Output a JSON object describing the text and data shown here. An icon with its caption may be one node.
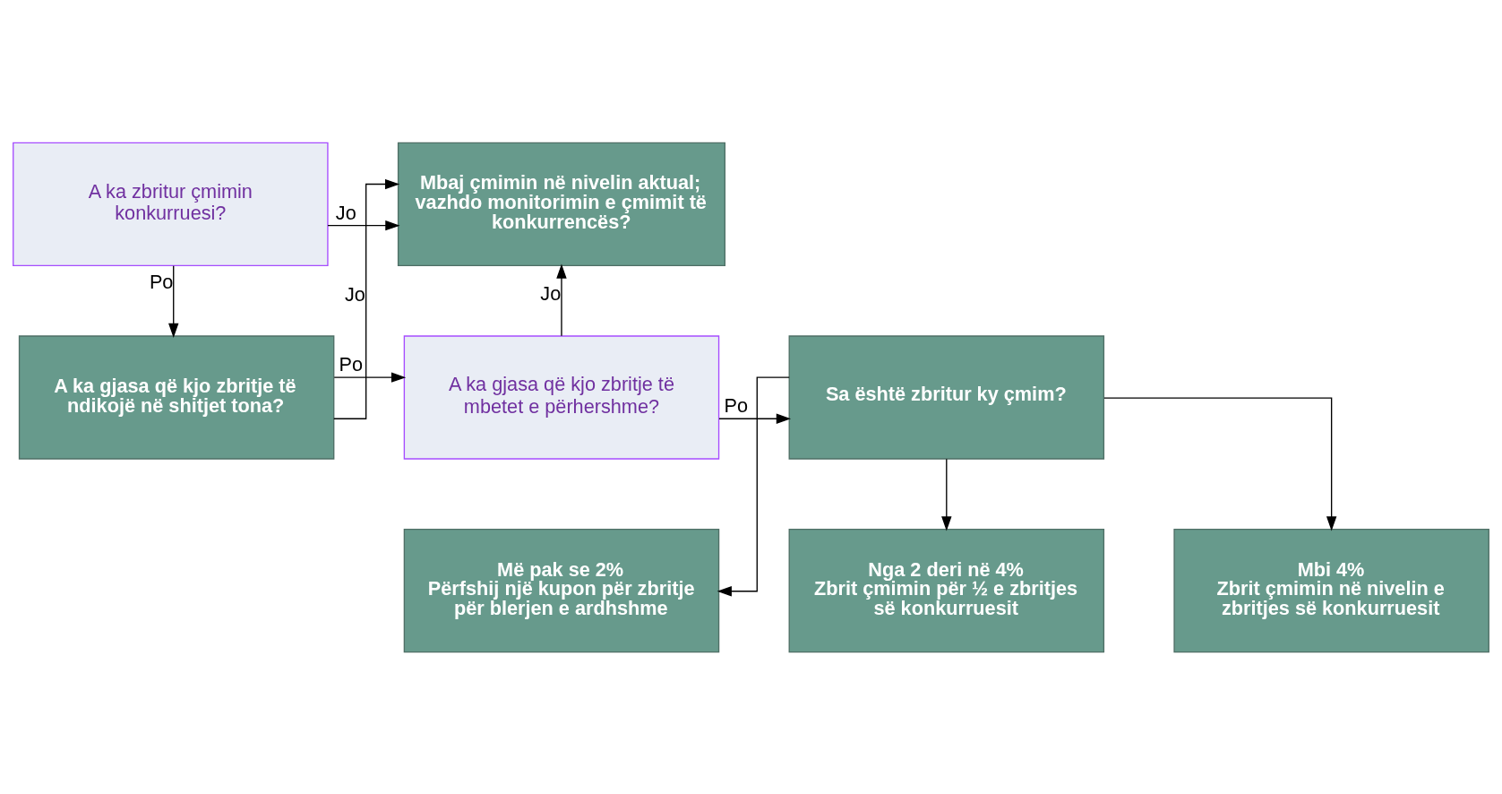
{
  "diagram": {
    "nodes": [
      {
        "text": [
          "A ka zbritur çmimin konkurruesi?"
        ]
      },
      {
        "text": [
          "Mbaj çmimin në nivelin aktual; vazhdo monitorimin e çmimit të konkurrencës?"
        ]
      },
      {
        "text": [
          "A ka gjasa që kjo zbritje të ndikojë në shitjet tona?"
        ]
      },
      {
        "text": [
          "A ka gjasa që kjo zbritje të mbetet e përhershme?"
        ]
      },
      {
        "text": [
          "Sa është zbritur ky çmim?"
        ]
      },
      {
        "text": [
          "Më pak se 2%",
          "Përfshij një kupon për zbritje për blerjen e ardhshme"
        ]
      },
      {
        "text": [
          "Nga 2 deri në 4%",
          "Zbrit çmimin për ½ e zbritjes së konkurruesit"
        ]
      },
      {
        "text": [
          "Mbi 4%",
          "Zbrit çmimin në nivelin e zbritjes së konkurruesit"
        ]
      }
    ],
    "edges": [
      {
        "from": 0,
        "to": 1,
        "arrow": "to",
        "label": "Jo"
      },
      {
        "from": 0,
        "to": 2,
        "arrow": "to",
        "label": "Po"
      },
      {
        "from": 2,
        "to": 1,
        "arrow": "to",
        "label": "Jo"
      },
      {
        "from": 2,
        "to": 3,
        "arrow": "to",
        "label": "Po"
      },
      {
        "from": 3,
        "to": 1,
        "arrow": "to",
        "label": "Jo"
      },
      {
        "from": 3,
        "to": 4,
        "arrow": "to",
        "label": "Po"
      },
      {
        "from": 4,
        "to": 5,
        "arrow": "to"
      },
      {
        "from": 4,
        "to": 6,
        "arrow": "to"
      },
      {
        "from": 4,
        "to": 7,
        "arrow": "to"
      }
    ]
  }
}
